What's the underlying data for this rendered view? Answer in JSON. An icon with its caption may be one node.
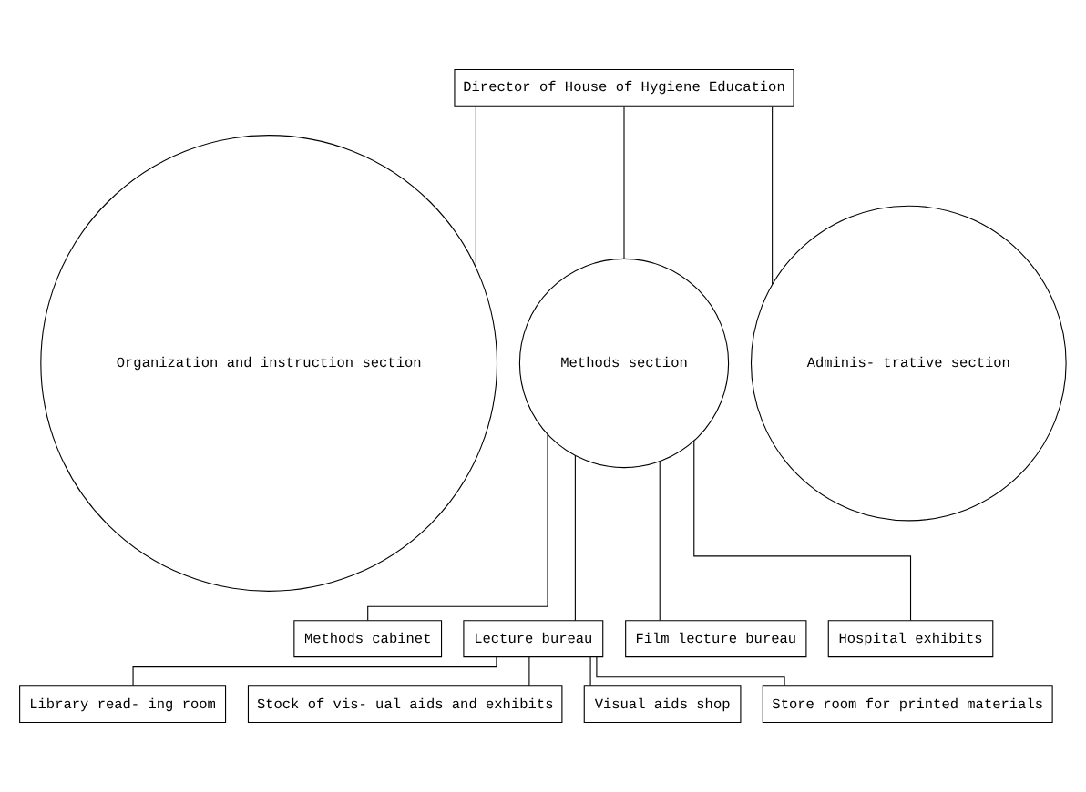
{
  "diagram": {
    "nodes": [
      {
        "text": [
          "Director of House of Hygiene Education"
        ]
      },
      {
        "text": [
          "Organization and instruction section"
        ]
      },
      {
        "text": [
          "Methods section"
        ]
      },
      {
        "text": [
          "Adminis- trative section"
        ]
      },
      {
        "text": [
          "Methods cabinet"
        ]
      },
      {
        "text": [
          "Lecture bureau"
        ]
      },
      {
        "text": [
          "Film lecture bureau"
        ]
      },
      {
        "text": [
          "Hospital exhibits"
        ]
      },
      {
        "text": [
          "Library read- ing room"
        ]
      },
      {
        "text": [
          "Stock of vis- ual aids and exhibits"
        ]
      },
      {
        "text": [
          "Visual aids shop"
        ]
      },
      {
        "text": [
          "Store room for printed materials"
        ]
      }
    ],
    "edges": [
      {
        "from": 0,
        "to": 1,
        "arrow": "none"
      },
      {
        "from": 0,
        "to": 2,
        "arrow": "none"
      },
      {
        "from": 0,
        "to": 3,
        "arrow": "none"
      },
      {
        "from": 2,
        "to": 4,
        "arrow": "none"
      },
      {
        "from": 2,
        "to": 5,
        "arrow": "none"
      },
      {
        "from": 2,
        "to": 6,
        "arrow": "none"
      },
      {
        "from": 2,
        "to": 7,
        "arrow": "none"
      },
      {
        "from": 5,
        "to": 8,
        "arrow": "none"
      },
      {
        "from": 5,
        "to": 9,
        "arrow": "none"
      },
      {
        "from": 5,
        "to": 10,
        "arrow": "none"
      },
      {
        "from": 5,
        "to": 11,
        "arrow": "none"
      }
    ]
  }
}
